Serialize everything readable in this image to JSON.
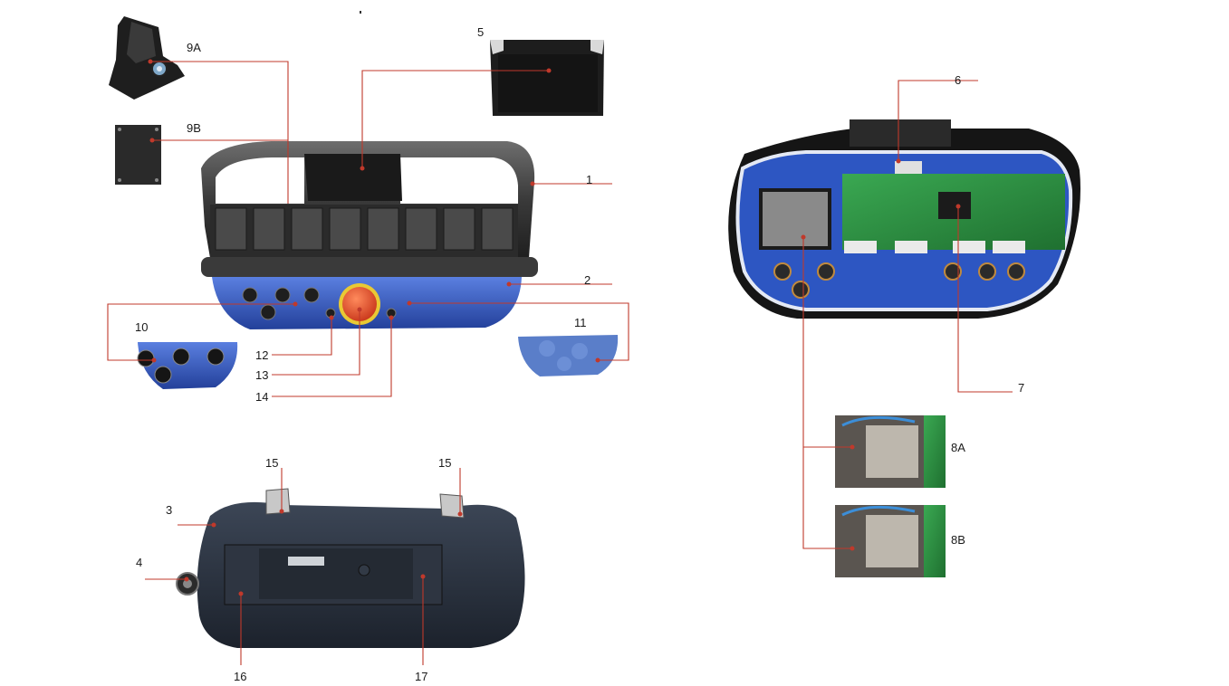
{
  "callouts": {
    "c1": "1",
    "c2": "2",
    "c3": "3",
    "c4": "4",
    "c5": "5",
    "c6": "6",
    "c7": "7",
    "c8a": "8A",
    "c8b": "8B",
    "c9a": "9A",
    "c9b": "9B",
    "c10": "10",
    "c11": "11",
    "c12": "12",
    "c13": "13",
    "c14": "14",
    "c15a": "15",
    "c15b": "15",
    "c16": "16",
    "c17": "17"
  },
  "colors": {
    "leader": "#c0392b",
    "housing": "#3b3b3b",
    "blue_panel": "#2f52b8",
    "pcb": "#2e8b3e",
    "estop": "#e4502b"
  }
}
